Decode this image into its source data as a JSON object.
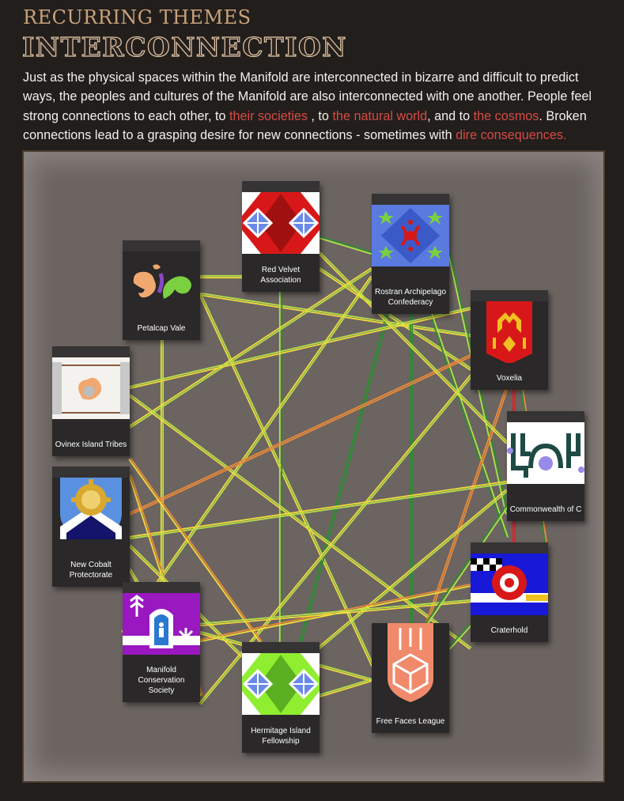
{
  "header": {
    "kicker": "RECURRING THEMES",
    "title": "INTERCONNECTION"
  },
  "intro": {
    "p1": "Just as the physical spaces within the Manifold are interconnected in bizarre and difficult to predict ways, the peoples and cultures of the Manifold are also interconnected with one another. People feel strong connections to each other, to ",
    "link1": "their societies",
    "p2": " , to ",
    "link2": "the natural world",
    "p3": ", and to ",
    "link3": "the cosmos",
    "p4": ". Broken connections lead to a grasping desire for new connections - sometimes with ",
    "link4": "dire consequences."
  },
  "factions": {
    "red_velvet": "Red Velvet Association",
    "rostran": "Rostran Archipelago Confederacy",
    "petalcap": "Petalcap Vale",
    "voxelia": "Voxelia",
    "ovinex": "Ovinex Island Tribes",
    "commonwealth": "Commonwealth of C",
    "new_cobalt": "New Cobalt Protectorate",
    "craterhold": "Craterhold",
    "manifold": "Manifold Conservation Society",
    "hermitage": "Hermitage Island Fellowship",
    "free_faces": "Free Faces League"
  },
  "colors": {
    "accent_link": "#d64b45",
    "connection_green": "#2f8a35",
    "connection_lime": "#b5e04a",
    "connection_yellow": "#f0dc3c",
    "connection_orange": "#e88a3a",
    "connection_red": "#d8242a"
  },
  "icons": {
    "red_velvet": "red-diamond-banner-icon",
    "rostran": "star-tile-banner-icon",
    "petalcap": "petal-swirl-icon",
    "voxelia": "flame-crest-icon",
    "ovinex": "scroll-map-icon",
    "commonwealth": "glyph-banner-icon",
    "new_cobalt": "cobalt-shield-icon",
    "craterhold": "crater-banner-icon",
    "manifold": "purple-tower-banner-icon",
    "hermitage": "green-diamond-banner-icon",
    "free_faces": "orange-cube-shield-icon"
  }
}
